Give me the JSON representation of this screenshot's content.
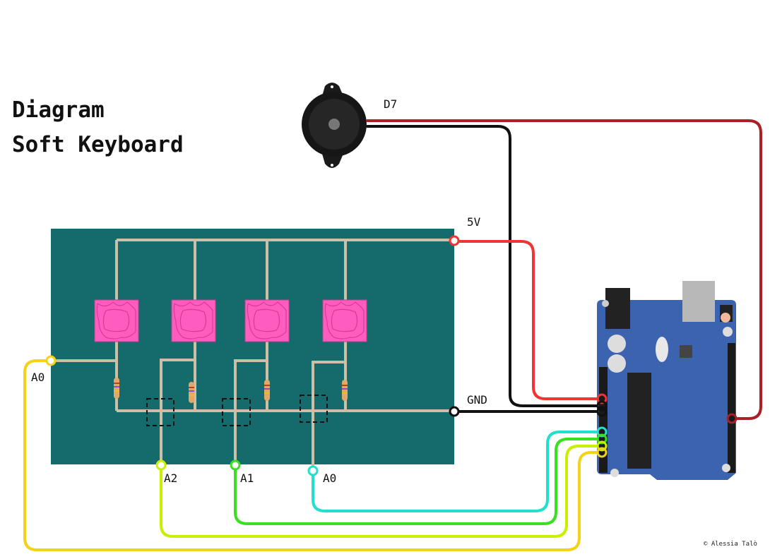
{
  "title": {
    "line1": "Diagram",
    "line2": "Soft Keyboard"
  },
  "labels": {
    "d7": "D7",
    "v5": "5V",
    "gnd": "GND",
    "a0_left": "A0",
    "a2": "A2",
    "a1": "A1",
    "a0_bottom": "A0"
  },
  "copyright": "© Alessia Talò",
  "colors": {
    "board": "#156b6b",
    "pad": "#ff5cc0",
    "wire_5v": "#f03333",
    "wire_gnd": "#111111",
    "wire_d7": "#aa2026",
    "wire_a0_cyan": "#22e0cc",
    "wire_a1_green": "#38e020",
    "wire_a2_lime": "#c8f000",
    "wire_a0_yellow": "#f2d21a",
    "arduino": "#3c63b0"
  },
  "components": [
    "piezo-buzzer",
    "soft-keyboard-pads",
    "resistors",
    "arduino-uno"
  ]
}
